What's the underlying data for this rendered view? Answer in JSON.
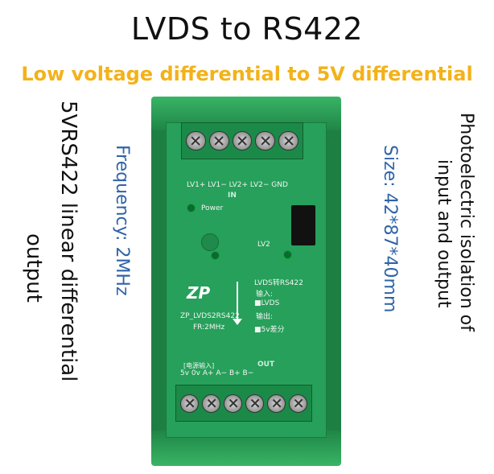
{
  "title": "LVDS to RS422",
  "subtitle": "Low voltage differential to 5V differential",
  "left_text": {
    "line1": "5VRS422 linear differential",
    "line2": "output"
  },
  "frequency": "Frequency: 2MHz",
  "size": "Size: 42*87*40mm",
  "right_text": {
    "line1": "Photoelectric isolation of",
    "line2": "input and output"
  },
  "board": {
    "top_pins": "LV1+ LV1− LV2+ LV2− GND",
    "in_label": "IN",
    "power_label": "Power",
    "lv2_label": "LV2",
    "logo": "ZP",
    "model": "ZP_LVDS2RS422",
    "freq_small": "FR:2MHz",
    "chip_label": "LVDS转RS422",
    "input_label": "输入:",
    "lvds_option": "■LVDS",
    "output_label": "输出:",
    "diff_option": "■5v差分",
    "power_input_label": "[电源输入]",
    "out_label": "OUT",
    "bottom_pins": "5v   0v   A+   A−   B+   B−"
  }
}
